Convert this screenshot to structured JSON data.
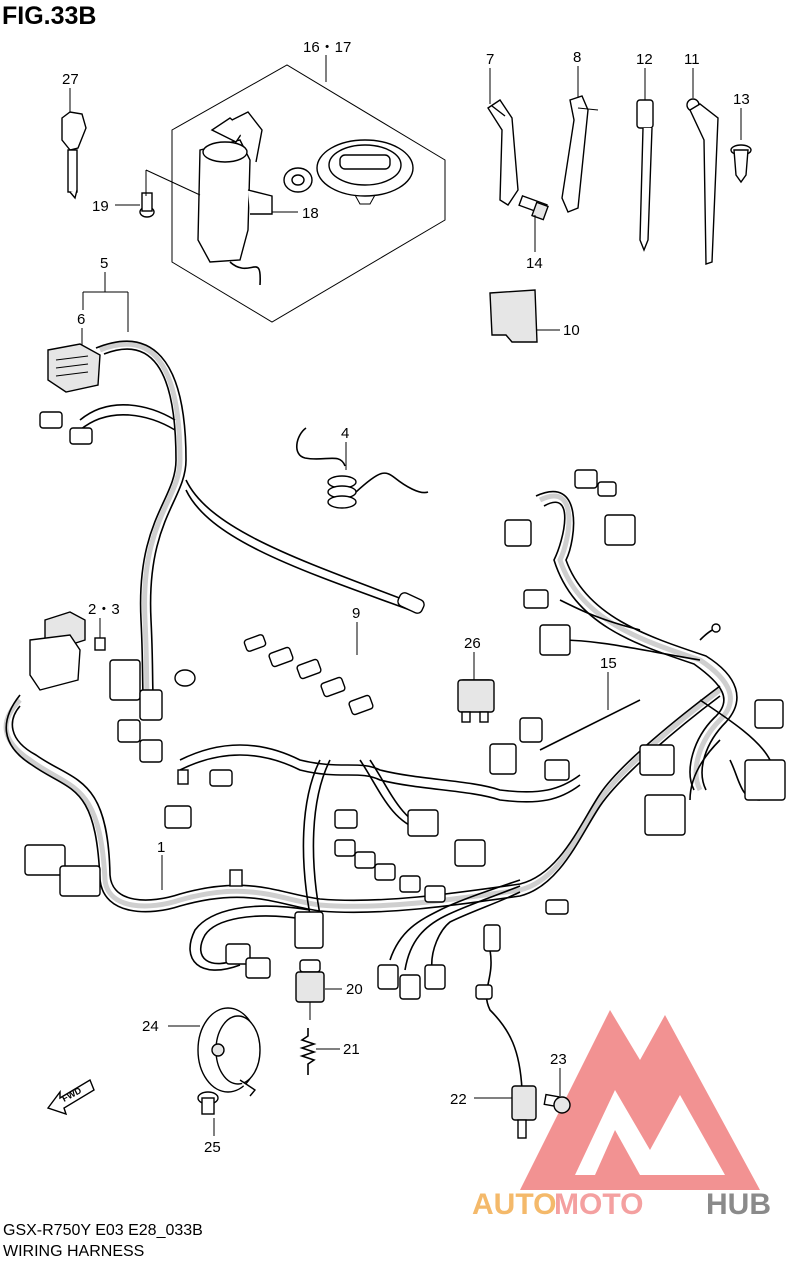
{
  "figure": {
    "title": "FIG.33B",
    "model_code": "GSX-R750Y E03 E28_033B",
    "name": "WIRING HARNESS"
  },
  "callouts": {
    "c1": "1",
    "c23": "2・3",
    "c4": "4",
    "c5": "5",
    "c6": "6",
    "c7": "7",
    "c8": "8",
    "c9": "9",
    "c10": "10",
    "c11": "11",
    "c12": "12",
    "c13": "13",
    "c14": "14",
    "c15": "15",
    "c1617": "16・17",
    "c18": "18",
    "c19": "19",
    "c20": "20",
    "c21": "21",
    "c22": "22",
    "c23b": "23",
    "c24": "24",
    "c25": "25",
    "c26": "26",
    "c27": "27"
  },
  "fwd_arrow": "FWD",
  "watermark": {
    "text_a": "AUTO",
    "text_b": "MOTO",
    "text_c": "HUB",
    "colors": {
      "auto": "#f4b96a",
      "moto": "#f4a0a0",
      "hub": "#8a8a8a",
      "logo": "#f08080"
    }
  }
}
